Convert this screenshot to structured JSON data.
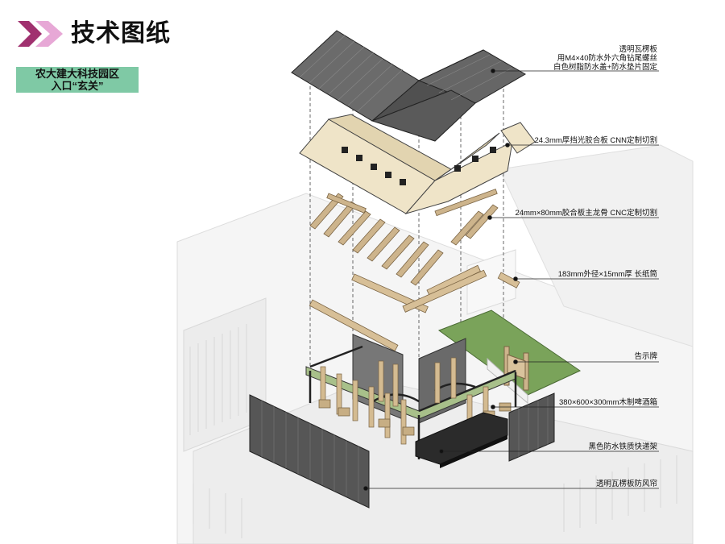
{
  "header": {
    "title": "技术图纸",
    "chevron_colors": [
      "#a0316f",
      "#e7a8d6"
    ]
  },
  "subtitle": {
    "line1": "农大建大科技园区",
    "line2": "入口“玄关”",
    "background": "#7fc9a5"
  },
  "callouts": [
    {
      "lines": [
        "透明瓦楞板",
        "用M4×40防水外六角钻尾螺丝",
        "白色树脂防水盖+防水垫片固定"
      ]
    },
    {
      "lines": [
        "24.3mm厚挡光胶合板 CNN定制切割"
      ]
    },
    {
      "lines": [
        "24mm×80mm胶合板主龙骨 CNC定制切割"
      ]
    },
    {
      "lines": [
        "183mm外径×15mm厚 长纸筒"
      ]
    },
    {
      "lines": [
        "告示牌"
      ]
    },
    {
      "lines": [
        "380×600×300mm木制啤酒箱"
      ]
    },
    {
      "lines": [
        "黑色防水铁质快递架"
      ]
    },
    {
      "lines": [
        "透明瓦楞板防风帘"
      ]
    }
  ],
  "colors": {
    "roof": "#5f5f5f",
    "plywood": "#efe4c8",
    "timber": "#cdb48c",
    "grass": "#7aa35a",
    "black_rack": "#2b2b2b",
    "curtain": "#565656",
    "context_building": "#e9e9e9"
  }
}
